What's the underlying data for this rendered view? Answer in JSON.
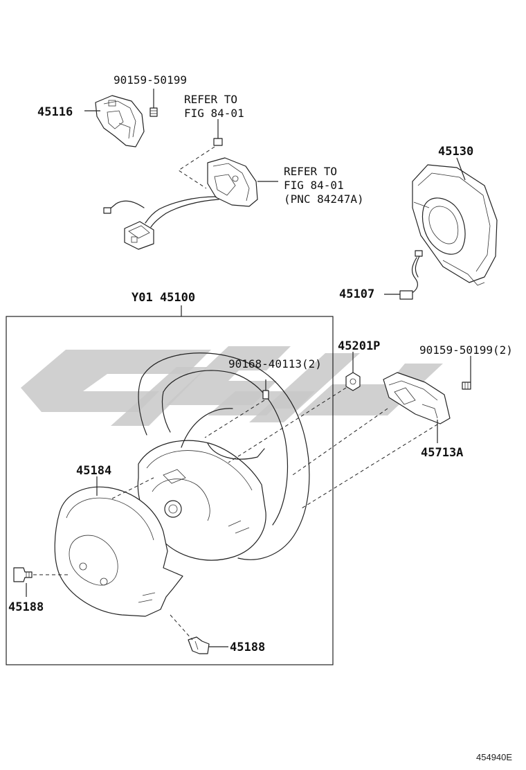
{
  "diagram_code": "454940E",
  "callouts": {
    "bolt_top": "90159-50199",
    "cover_left": "45116",
    "refer_top_line1": "REFER TO",
    "refer_top_line2": "FIG 84-01",
    "refer_mid_line1": "REFER TO",
    "refer_mid_line2": "FIG 84-01",
    "refer_mid_line3": "(PNC 84247A)",
    "airbag": "45130",
    "airbag_wire": "45107",
    "wheel_assy": "Y01 45100",
    "screw_2": "90168-40113(2)",
    "nut": "45201P",
    "bolt_right_2": "90159-50199(2)",
    "damper": "45713A",
    "lower_cover": "45184",
    "screw_left": "45188",
    "screw_bottom": "45188"
  }
}
